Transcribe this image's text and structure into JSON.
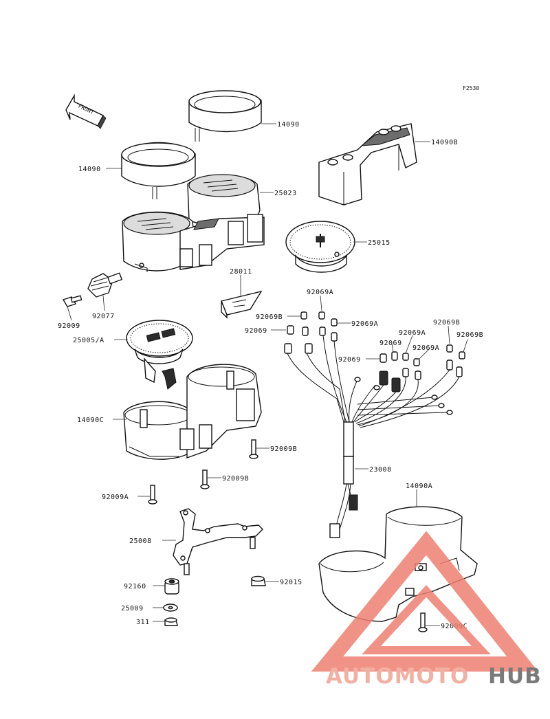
{
  "diagram": {
    "figure_code": "F2530",
    "front_marker": "FRONT",
    "callouts": {
      "p14090_top": "14090",
      "p14090_left": "14090",
      "p14090B": "14090B",
      "p25023": "25023",
      "p25015": "25015",
      "p28011": "28011",
      "p92009": "92009",
      "p92077": "92077",
      "p25005A": "25005/A",
      "p92069A_1": "92069A",
      "p92069B_1": "92069B",
      "p92069A_2": "92069A",
      "p92069_1": "92069",
      "p92069A_3": "92069A",
      "p92069B_2": "92069B",
      "p92069_2": "92069",
      "p92069A_4": "92069A",
      "p92069B_3": "92069B",
      "p92069_3": "92069",
      "p14090C": "14090C",
      "p92009B_1": "92009B",
      "p92009B_2": "92009B",
      "p23008": "23008",
      "p92009A": "92009A",
      "p14090A": "14090A",
      "p25008": "25008",
      "p92160": "92160",
      "p92015": "92015",
      "p25009": "25009",
      "p311": "311",
      "p92009C": "92009C"
    }
  },
  "watermark": {
    "part1": "AUTOMOTO",
    "part2": "HUB",
    "color_main": "#f1b0a2",
    "color_accent": "#7a7a7a",
    "color_logo": "#ee7f72"
  }
}
